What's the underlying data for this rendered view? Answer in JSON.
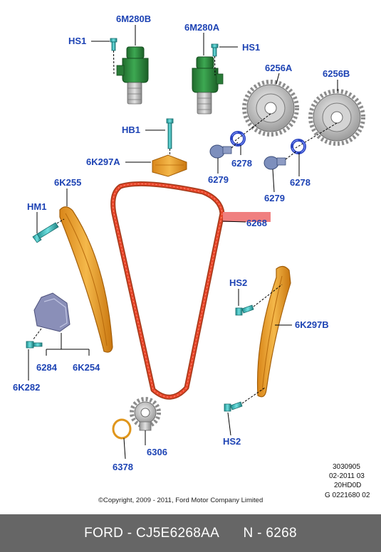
{
  "labels": {
    "solenoid_b": "6M280B",
    "solenoid_a": "6M280A",
    "bolt_hs1_left": "HS1",
    "bolt_hs1_right": "HS1",
    "sprocket_a": "6256A",
    "sprocket_b": "6256B",
    "bolt_hb1": "HB1",
    "guide_6k297a": "6K297A",
    "bolt_6279_left": "6279",
    "washer_6278_left": "6278",
    "bolt_6279_right": "6279",
    "washer_6278_right": "6278",
    "guide_6k255": "6K255",
    "bolt_hm1": "HM1",
    "chain_6268": "6268",
    "bolt_hs2_top": "HS2",
    "guide_6k297b": "6K297B",
    "tensioner_6284": "6284",
    "gasket_6k254": "6K254",
    "bolt_6k282": "6K282",
    "crank_sprocket_6306": "6306",
    "seal_6378": "6378",
    "bolt_hs2_bottom": "HS2"
  },
  "meta": {
    "line1": "3030905",
    "line2": "02-2011 03",
    "line3": "20HD0D",
    "line4": "G 0221680 02"
  },
  "copyright": "©Copyright, 2009 - 2011, Ford Motor Company Limited",
  "footer": {
    "brand_part": "FORD - CJ5E6268AA",
    "ref": "N - 6268"
  },
  "colors": {
    "label_blue": "#1d43b4",
    "chain_highlight": "#e8452a",
    "chain_label_bar": "#f08080",
    "guide_orange": "#f0a21e",
    "solenoid_green": "#2e8b3e",
    "bolt_cyan": "#3fbfbf",
    "footer_bg": "#666666"
  }
}
